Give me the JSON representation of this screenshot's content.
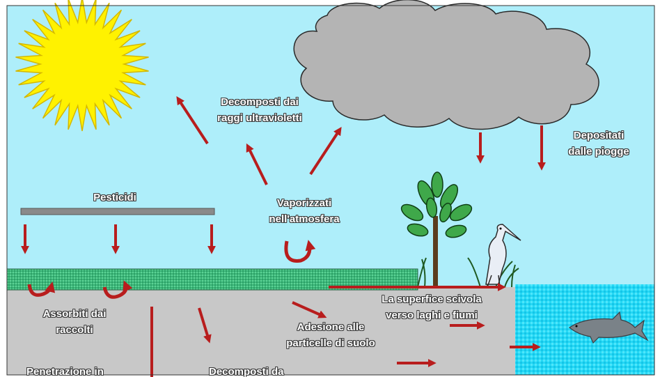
{
  "diagram": {
    "labels": {
      "uv_line1": "Decomposti dai",
      "uv_line2": "raggi ultravioletti",
      "rain_line1": "Depositati",
      "rain_line2": "dalle piogge",
      "pesticides": "Pesticidi",
      "vapor_line1": "Vaporizzati",
      "vapor_line2": "nell'atmosfera",
      "crops_line1": "Assorbiti dai",
      "crops_line2": "raccolti",
      "runoff_line1": "La superfice scivola",
      "runoff_line2": "verso laghi e fiumi",
      "adhesion_line1": "Adesione alle",
      "adhesion_line2": "particelle di suolo",
      "penetration": "Penetrazione in",
      "decomp": "Decomposti da"
    },
    "icons": [
      "sun-icon",
      "cloud-icon",
      "tree-icon",
      "heron-icon",
      "shark-icon",
      "reed-icon"
    ],
    "colors": {
      "sky": "#aeeefa",
      "sun": "#fff200",
      "sun_outline": "#d4b800",
      "cloud": "#b4b4b4",
      "ground": "#c8c8c8",
      "field": "#3bb87a",
      "water": "#25d8f5",
      "arrow": "#b81d1d",
      "pesticide_bar": "#8a8a8a"
    }
  }
}
